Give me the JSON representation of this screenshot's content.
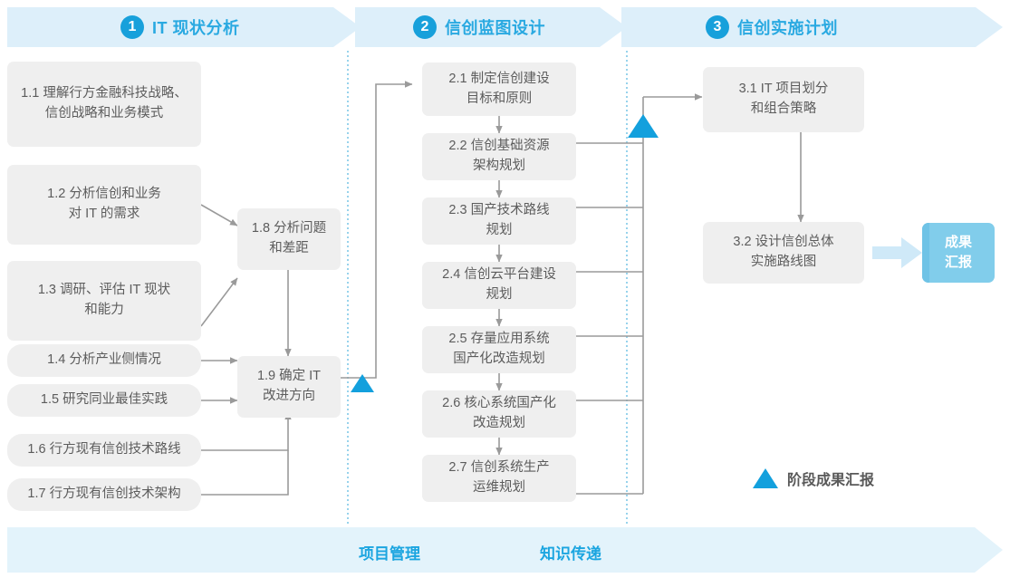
{
  "diagram": {
    "title_hidden": "",
    "colors": {
      "banner_fill": "#ddeffa",
      "bottom_banner_fill": "#e3f3fb",
      "accent_blue": "#29a9e1",
      "circle_blue": "#17a0db",
      "triangle_blue": "#13a0dd",
      "box_fill": "#efefef",
      "box_text": "#5c5c5c",
      "connector": "#9a9a9a",
      "badge_fill": "#81cdeb",
      "badge_edge": "#6fc3e6",
      "divider_dotted": "#7ec8e8"
    },
    "stages": [
      {
        "number": "1",
        "title": "IT 现状分析"
      },
      {
        "number": "2",
        "title": "信创蓝图设计"
      },
      {
        "number": "3",
        "title": "信创实施计划"
      }
    ],
    "stage1_boxes": [
      {
        "id": "1.1",
        "text": "1.1 理解行方金融科技战略、\n信创战略和业务模式"
      },
      {
        "id": "1.2",
        "text": "1.2 分析信创和业务\n对 IT 的需求"
      },
      {
        "id": "1.3",
        "text": "1.3 调研、评估 IT 现状\n和能力"
      },
      {
        "id": "1.4",
        "text": "1.4 分析产业侧情况"
      },
      {
        "id": "1.5",
        "text": "1.5 研究同业最佳实践"
      },
      {
        "id": "1.6",
        "text": "1.6 行方现有信创技术路线"
      },
      {
        "id": "1.7",
        "text": "1.7 行方现有信创技术架构"
      },
      {
        "id": "1.8",
        "text": "1.8 分析问题\n和差距"
      },
      {
        "id": "1.9",
        "text": "1.9 确定 IT\n改进方向"
      }
    ],
    "stage2_boxes": [
      {
        "id": "2.1",
        "text": "2.1 制定信创建设\n目标和原则"
      },
      {
        "id": "2.2",
        "text": "2.2 信创基础资源\n架构规划"
      },
      {
        "id": "2.3",
        "text": "2.3 国产技术路线\n规划"
      },
      {
        "id": "2.4",
        "text": "2.4 信创云平台建设\n规划"
      },
      {
        "id": "2.5",
        "text": "2.5 存量应用系统\n国产化改造规划"
      },
      {
        "id": "2.6",
        "text": "2.6 核心系统国产化\n改造规划"
      },
      {
        "id": "2.7",
        "text": "2.7 信创系统生产\n运维规划"
      }
    ],
    "stage3_boxes": [
      {
        "id": "3.1",
        "text": "3.1 IT 项目划分\n和组合策略"
      },
      {
        "id": "3.2",
        "text": "3.2 设计信创总体\n实施路线图"
      }
    ],
    "result_badge": {
      "text": "成果\n汇报"
    },
    "legend": {
      "icon": "triangle-milestone-icon",
      "text": "阶段成果汇报"
    },
    "bottom_banner": {
      "labels": [
        "项目管理",
        "知识传递"
      ]
    }
  }
}
